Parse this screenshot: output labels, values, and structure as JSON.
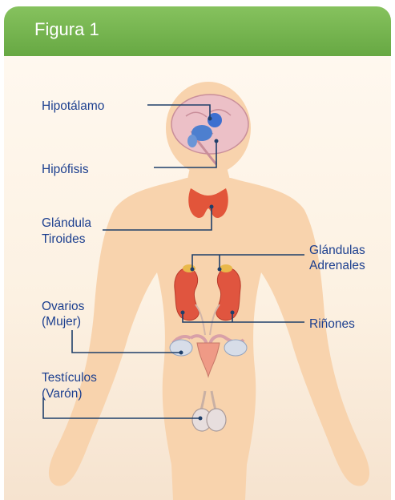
{
  "header": {
    "title": "Figura 1"
  },
  "labels": {
    "hipotalamo": "Hipotálamo",
    "hipofisis": "Hipófisis",
    "tiroides_1": "Glándula",
    "tiroides_2": "Tiroides",
    "adrenales_1": "Glándulas",
    "adrenales_2": "Adrenales",
    "ovarios_1": "Ovarios",
    "ovarios_2": "(Mujer)",
    "rinones": "Riñones",
    "testiculos_1": "Testículos",
    "testiculos_2": "(Varón)"
  },
  "colors": {
    "header": "#6aab46",
    "label_text": "#1c3f8f",
    "leader_line": "#1e3f6a",
    "body": "#f7cfa8",
    "thyroid": "#e2553a",
    "kidney": "#e0553f"
  },
  "icons": [
    "brain",
    "thyroid-gland",
    "kidneys",
    "adrenal-glands",
    "uterus-ovaries",
    "testicles"
  ]
}
